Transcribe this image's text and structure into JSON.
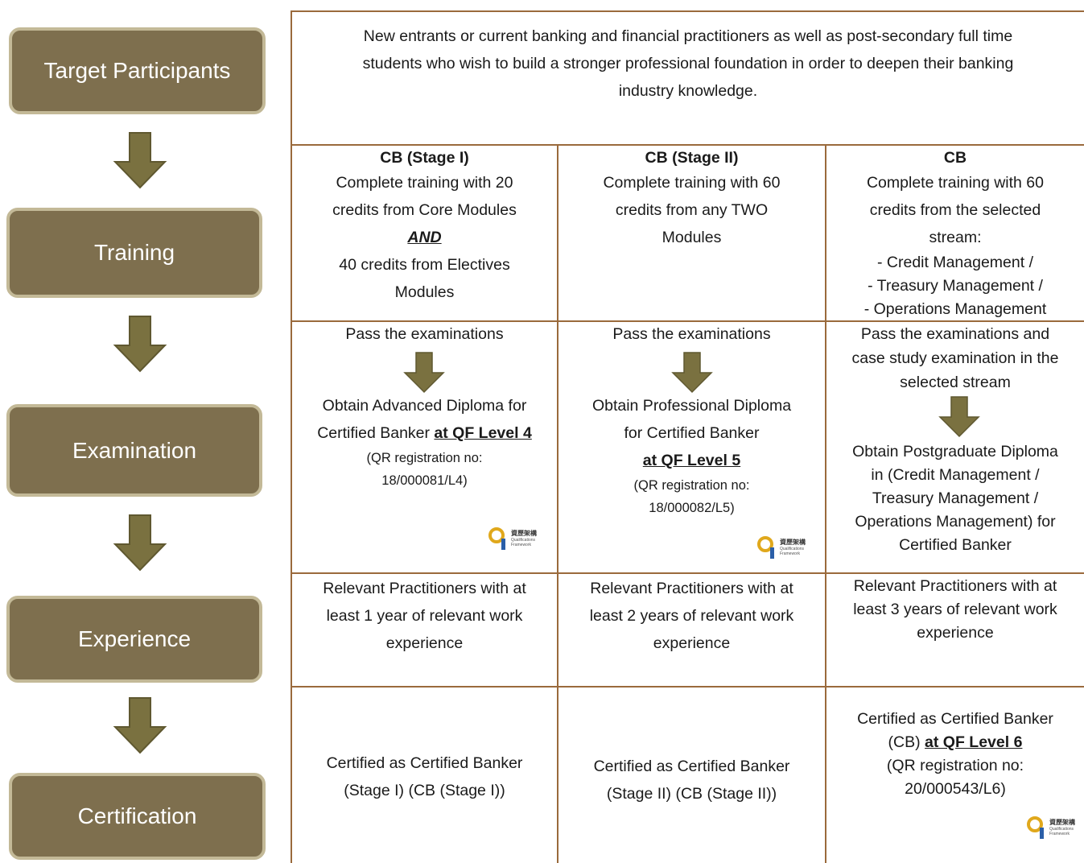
{
  "stages": [
    "Target Participants",
    "Training",
    "Examination",
    "Experience",
    "Certification"
  ],
  "colors": {
    "box_fill": "#7e6f4e",
    "box_border": "#c3b997",
    "arrow": "#7a7140",
    "grid_line": "#9a6a3c"
  },
  "target": {
    "lines": [
      "New entrants or current banking and financial practitioners as well as post-secondary full time",
      "students who wish to build a stronger professional foundation in order to deepen their banking",
      "industry knowledge."
    ]
  },
  "training": {
    "col1": {
      "title": "CB (Stage I)",
      "l1": "Complete training with 20",
      "l2": "credits from Core Modules",
      "and": "AND",
      "l3": "40 credits from Electives",
      "l4": "Modules"
    },
    "col2": {
      "title": "CB (Stage II)",
      "l1": "Complete training with 60",
      "l2": "credits from any TWO",
      "l3": "Modules"
    },
    "col3": {
      "title": "CB",
      "l1": "Complete training with 60",
      "l2": "credits from the selected",
      "l3": "stream:",
      "l4": "- Credit Management /",
      "l5": "- Treasury Management /",
      "l6": "- Operations Management"
    }
  },
  "examination": {
    "col1": {
      "pass": "Pass the examinations",
      "l1": "Obtain Advanced Diploma for",
      "l2a": "Certified Banker ",
      "l2b": "at QF Level 4",
      "r1": "(QR registration no:",
      "r2": "18/000081/L4)"
    },
    "col2": {
      "pass": "Pass the examinations",
      "l1": "Obtain Professional Diploma",
      "l2": "for Certified Banker",
      "l3": "at QF Level 5",
      "r1": "(QR registration no:",
      "r2": "18/000082/L5)"
    },
    "col3": {
      "p1": "Pass the examinations and",
      "p2": "case study examination in the",
      "p3": "selected stream",
      "l1": "Obtain Postgraduate Diploma",
      "l2": "in (Credit Management /",
      "l3": "Treasury Management /",
      "l4": "Operations Management) for",
      "l5": "Certified Banker"
    }
  },
  "experience": {
    "col1": [
      "Relevant Practitioners with at",
      "least 1 year of relevant work",
      "experience"
    ],
    "col2": [
      "Relevant Practitioners with at",
      "least 2 years of relevant work",
      "experience"
    ],
    "col3": [
      "Relevant Practitioners with at",
      "least 3 years of relevant work",
      "experience"
    ]
  },
  "certification": {
    "col1": [
      "Certified as Certified Banker",
      "(Stage I) (CB (Stage I))"
    ],
    "col2": [
      "Certified as Certified Banker",
      "(Stage II) (CB (Stage II))"
    ],
    "col3": {
      "l1": "Certified as Certified Banker",
      "l2a": "(CB) ",
      "l2b": "at QF Level 6",
      "l3": "(QR registration no:",
      "l4": "20/000543/L6)"
    }
  },
  "qf_logo": {
    "cn": "資歷架構",
    "en1": "Qualifications",
    "en2": "Framework"
  }
}
